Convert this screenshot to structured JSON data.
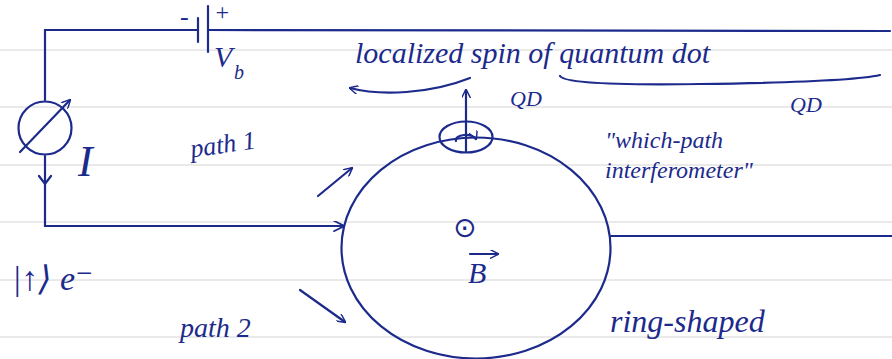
{
  "diagram": {
    "nodes": [
      {
        "text": [
          "I"
        ]
      },
      {
        "text": [
          "B"
        ]
      },
      {
        "text": [
          "QD"
        ]
      }
    ],
    "edges": [
      {
        "from": 0,
        "to": 1,
        "arrow": "to"
      }
    ],
    "labels": [
      "-",
      "+",
      "V",
      "b",
      "localized spin of quantum dot",
      "QD",
      "\"which-path interferometer\"",
      "⊙",
      "path 1",
      "path 2",
      "|↑⟩ e⁻",
      "ring-shaped"
    ]
  }
}
